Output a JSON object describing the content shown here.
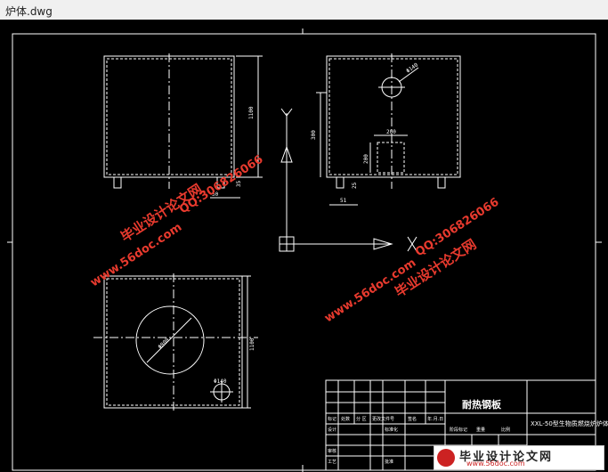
{
  "window": {
    "title": "炉体.dwg"
  },
  "drawing": {
    "title_block_name": "耐热钢板",
    "title_block_project": "XXL-50型生物质燃烧炉炉体",
    "header_row": [
      "标记",
      "处数",
      "分 区",
      "更改文件号",
      "签名",
      "年.月.日"
    ],
    "row_design": "设计",
    "row_std": "标准化",
    "row_check": "审核",
    "row_process": "工艺",
    "row_approve": "批准",
    "stage_mark": "阶段标记",
    "weight": "重量",
    "scale": "比例"
  },
  "dimensions": {
    "front_height": "1100",
    "front_foot_w": "50",
    "front_foot_h": "35",
    "side_hole": "Φ140",
    "side_height": "300",
    "side_door_w": "200",
    "side_door_h": "200",
    "side_foot": "51",
    "side_small": "25",
    "top_big_circle": "Φ800",
    "top_height": "1100",
    "top_small_hole": "Φ140"
  },
  "watermarks": {
    "site_name": "毕业设计论文网",
    "site_url": "www.56doc.com",
    "qq": "QQ:306826066"
  },
  "footer": {
    "site_name": "毕业设计论文网",
    "url": "www.56doc.com"
  }
}
